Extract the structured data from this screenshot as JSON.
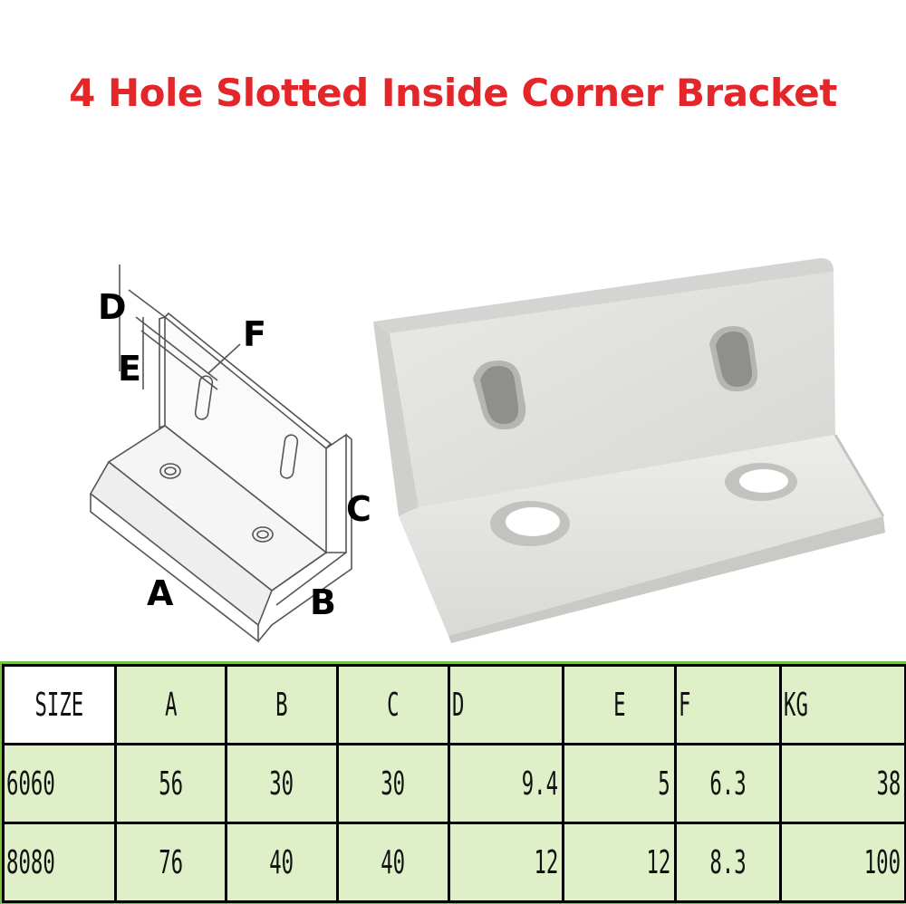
{
  "title": "4 Hole Slotted Inside Corner Bracket",
  "colors": {
    "title": "#e3262a",
    "table_fill": "#dff0c8",
    "table_border": "#76c442",
    "photo_metal": "#e4e4e2"
  },
  "diagram_labels": {
    "A": "A",
    "B": "B",
    "C": "C",
    "D": "D",
    "E": "E",
    "F": "F"
  },
  "table": {
    "headers": [
      "SIZE",
      "A",
      "B",
      "C",
      "D",
      "E",
      "F",
      "KG"
    ],
    "rows": [
      [
        "6060",
        "56",
        "30",
        "30",
        "9.4",
        "5",
        "6.3",
        "38"
      ],
      [
        "8080",
        "76",
        "40",
        "40",
        "12",
        "12",
        "8.3",
        "100"
      ]
    ]
  }
}
